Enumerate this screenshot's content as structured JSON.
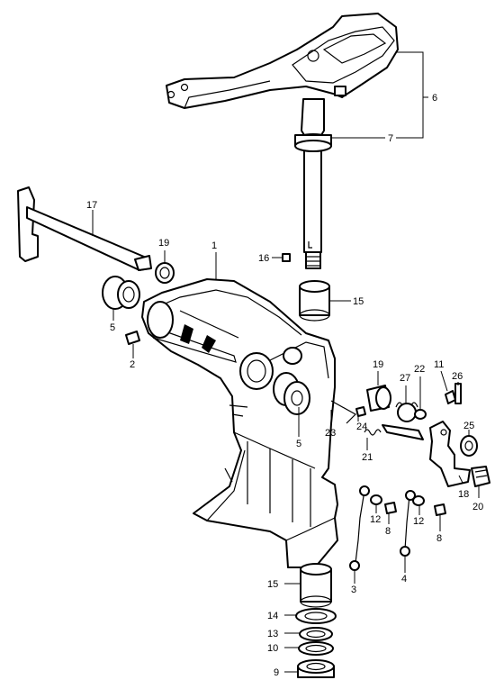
{
  "labels": {
    "l1": "1",
    "l2": "2",
    "l3": "3",
    "l4": "4",
    "l5a": "5",
    "l5b": "5",
    "l6": "6",
    "l7": "7",
    "l8a": "8",
    "l8b": "8",
    "l9": "9",
    "l10": "10",
    "l11": "11",
    "l12a": "12",
    "l12b": "12",
    "l13": "13",
    "l14": "14",
    "l15a": "15",
    "l15b": "15",
    "l16": "16",
    "l17": "17",
    "l18": "18",
    "l19a": "19",
    "l19b": "19",
    "l20": "20",
    "l21": "21",
    "l22": "22",
    "l23": "23",
    "l24": "24",
    "l25": "25",
    "l26": "26",
    "l27": "27"
  }
}
